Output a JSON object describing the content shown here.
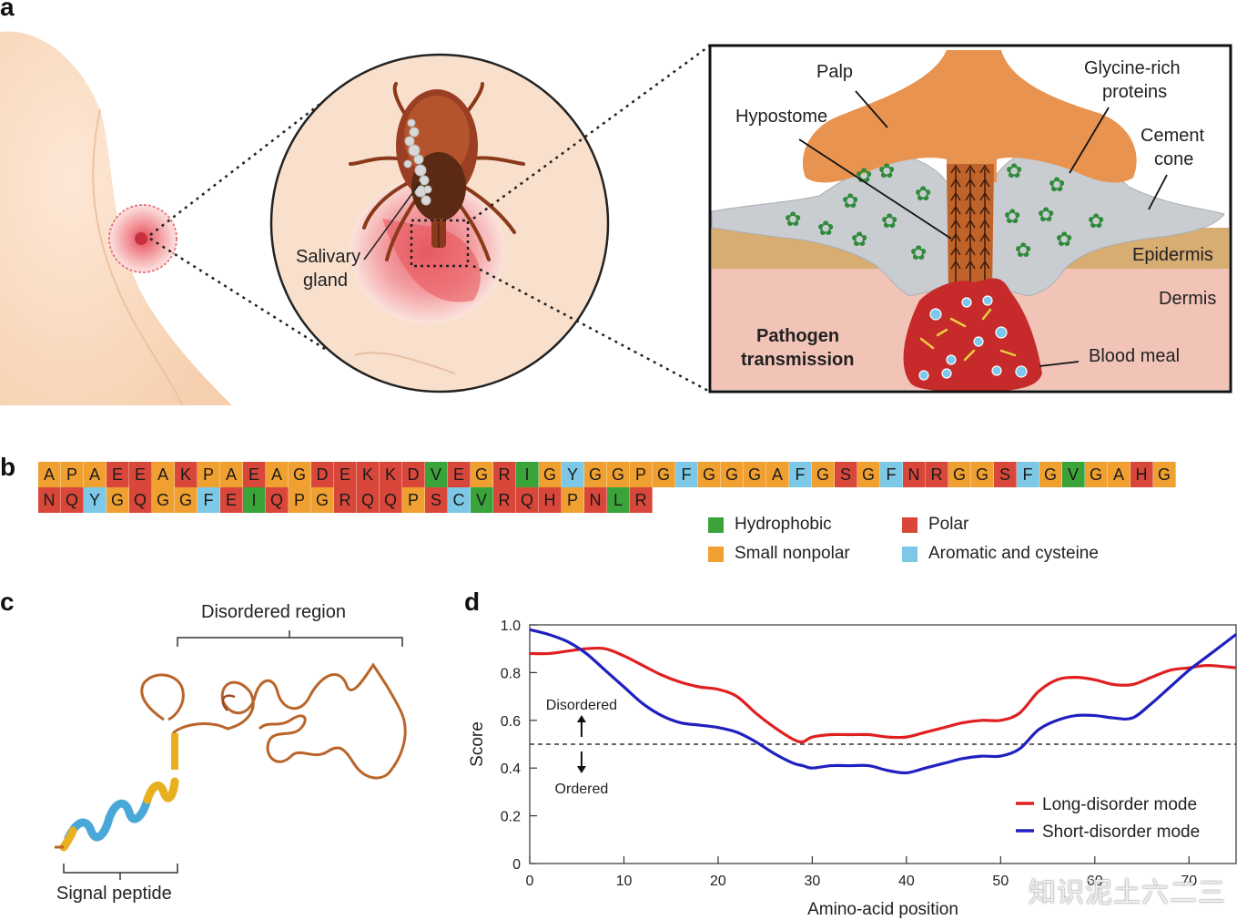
{
  "panels": {
    "a": "a",
    "b": "b",
    "c": "c",
    "d": "d"
  },
  "panel_a": {
    "salivary_gland": [
      "Salivary",
      "gland"
    ],
    "palp": "Palp",
    "hypostome": "Hypostome",
    "glycine_rich": [
      "Glycine-rich",
      "proteins"
    ],
    "cement_cone": [
      "Cement",
      "cone"
    ],
    "epidermis": "Epidermis",
    "dermis": "Dermis",
    "pathogen": [
      "Pathogen",
      "transmission"
    ],
    "blood_meal": "Blood meal"
  },
  "panel_b": {
    "rows": [
      "APAEEAKPAEAGDEKKDVEGRIGYGGPGFGGGAFGSGFNRGGSFGVGAHG",
      "NQYGQGGFEIQPGRQQPSCVRQHPNLR"
    ],
    "colors": {
      "hydrophobic": "#3aa33a",
      "small_nonpolar": "#f0a030",
      "polar": "#d9473a",
      "aromatic": "#7cc8e6"
    },
    "legend": {
      "hydrophobic": "Hydrophobic",
      "small_nonpolar": "Small nonpolar",
      "polar": "Polar",
      "aromatic": "Aromatic and cysteine"
    }
  },
  "panel_c": {
    "disordered": "Disordered region",
    "signal": "Signal peptide"
  },
  "chart_data": {
    "type": "line",
    "xlabel": "Amino-acid position",
    "ylabel": "Score",
    "xlim": [
      0,
      75
    ],
    "ylim": [
      0,
      1.0
    ],
    "xticks": [
      0,
      10,
      20,
      30,
      40,
      50,
      60,
      70
    ],
    "yticks": [
      0,
      0.2,
      0.4,
      0.6,
      0.8,
      1.0
    ],
    "ytick_labels": [
      "0",
      "0.2",
      "0.4",
      "0.6",
      "0.8",
      "1.0"
    ],
    "threshold": 0.5,
    "annotations": {
      "above": "Disordered",
      "below": "Ordered"
    },
    "series": [
      {
        "name": "Long-disorder mode",
        "color": "#e02020",
        "x": [
          0,
          2,
          4,
          6,
          8,
          10,
          12,
          14,
          16,
          18,
          20,
          22,
          24,
          26,
          28,
          29,
          30,
          32,
          34,
          36,
          38,
          40,
          42,
          44,
          46,
          48,
          50,
          52,
          54,
          56,
          58,
          60,
          62,
          64,
          66,
          68,
          70,
          72,
          75
        ],
        "y": [
          0.88,
          0.88,
          0.89,
          0.9,
          0.9,
          0.87,
          0.83,
          0.79,
          0.76,
          0.74,
          0.73,
          0.7,
          0.63,
          0.57,
          0.52,
          0.51,
          0.53,
          0.54,
          0.54,
          0.54,
          0.53,
          0.53,
          0.55,
          0.57,
          0.59,
          0.6,
          0.6,
          0.63,
          0.72,
          0.77,
          0.78,
          0.77,
          0.75,
          0.75,
          0.78,
          0.81,
          0.82,
          0.83,
          0.82
        ]
      },
      {
        "name": "Short-disorder mode",
        "color": "#2020c0",
        "x": [
          0,
          2,
          4,
          6,
          8,
          10,
          12,
          14,
          16,
          18,
          20,
          22,
          24,
          26,
          28,
          29,
          30,
          32,
          34,
          36,
          38,
          40,
          42,
          44,
          46,
          48,
          50,
          52,
          54,
          56,
          58,
          60,
          62,
          64,
          66,
          68,
          70,
          72,
          75
        ],
        "y": [
          0.98,
          0.96,
          0.93,
          0.88,
          0.81,
          0.74,
          0.67,
          0.62,
          0.59,
          0.58,
          0.57,
          0.55,
          0.51,
          0.46,
          0.42,
          0.41,
          0.4,
          0.41,
          0.41,
          0.41,
          0.39,
          0.38,
          0.4,
          0.42,
          0.44,
          0.45,
          0.45,
          0.48,
          0.56,
          0.6,
          0.62,
          0.62,
          0.61,
          0.61,
          0.67,
          0.74,
          0.81,
          0.87,
          0.96
        ]
      }
    ]
  }
}
